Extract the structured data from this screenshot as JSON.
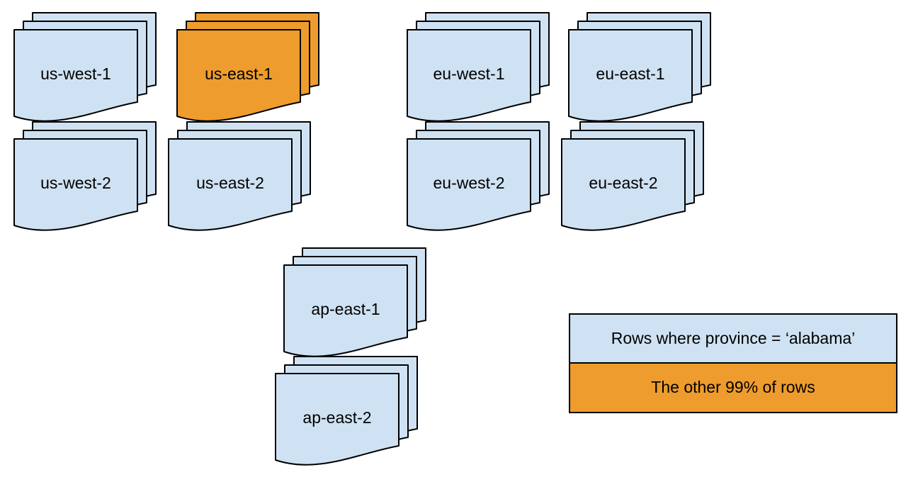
{
  "colors": {
    "background": "#ffffff",
    "doc-blue": "#cfe2f3",
    "doc-orange": "#ee9c2d",
    "stroke": "#000000"
  },
  "stacks": [
    {
      "label": "us-west-1",
      "highlight": false
    },
    {
      "label": "us-east-1",
      "highlight": true
    },
    {
      "label": "eu-west-1",
      "highlight": false
    },
    {
      "label": "eu-east-1",
      "highlight": false
    },
    {
      "label": "us-west-2",
      "highlight": false
    },
    {
      "label": "us-east-2",
      "highlight": false
    },
    {
      "label": "eu-west-2",
      "highlight": false
    },
    {
      "label": "eu-east-2",
      "highlight": false
    },
    {
      "label": "ap-east-1",
      "highlight": false
    },
    {
      "label": "ap-east-2",
      "highlight": false
    }
  ],
  "legend": {
    "items": [
      {
        "label": "Rows where province = ‘alabama’",
        "color": "#cfe2f3"
      },
      {
        "label": "The other 99% of rows",
        "color": "#ee9c2d"
      }
    ]
  }
}
